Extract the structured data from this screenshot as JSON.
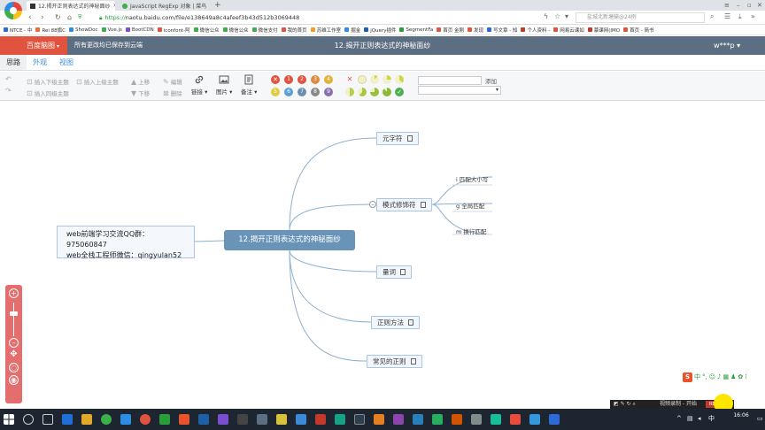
{
  "browser": {
    "tabs": [
      {
        "title": "12.揭开正则表达式的神秘面纱",
        "active": true
      },
      {
        "title": "JavaScript RegExp 对象 | 菜鸟",
        "active": false
      }
    ],
    "url_proto": "https://",
    "url_rest": "naotu.baidu.com/file/e138649a8c4afeef3b43d512b3069448",
    "search_placeholder": "盐城北新塘输@24例"
  },
  "bookmarks": [
    {
      "label": "NTCE - 中",
      "color": "#2d6ad8"
    },
    {
      "label": "Rei 88旗C",
      "color": "#ef6b2d"
    },
    {
      "label": "ShowDoc",
      "color": "#2d8de3"
    },
    {
      "label": "Vue.js",
      "color": "#3dae4a"
    },
    {
      "label": "BootCDN",
      "color": "#7a4fcf"
    },
    {
      "label": "iconfont-阿",
      "color": "#e0533f"
    },
    {
      "label": "微信公众",
      "color": "#3dae4a"
    },
    {
      "label": "微信公众",
      "color": "#3dae4a"
    },
    {
      "label": "微信支付",
      "color": "#3dae4a"
    },
    {
      "label": "我的首页",
      "color": "#e0533f"
    },
    {
      "label": "苏维工作室",
      "color": "#f0a020"
    },
    {
      "label": "掘金",
      "color": "#2d8de3"
    },
    {
      "label": "jQuery插件",
      "color": "#1f5fa8"
    },
    {
      "label": "SegmentFa",
      "color": "#2a9d3b"
    },
    {
      "label": "首页 金刚",
      "color": "#e0533f"
    },
    {
      "label": "发现",
      "color": "#e0533f"
    },
    {
      "label": "写文章 - 知",
      "color": "#2d6ad8"
    },
    {
      "label": "个人资料 - ",
      "color": "#c0392b"
    },
    {
      "label": "网易云课如",
      "color": "#e0533f"
    },
    {
      "label": "慕课网(IMO",
      "color": "#c0392b"
    },
    {
      "label": "首页 - 简书",
      "color": "#e0533f"
    }
  ],
  "app": {
    "brand": "百度脑图",
    "saved_status": "所有更改均已保存到云端",
    "doc_title": "12.揭开正则表达式的神秘面纱",
    "user": "w***p"
  },
  "menu_tabs": [
    {
      "label": "思路",
      "active": true
    },
    {
      "label": "外观",
      "active": false
    },
    {
      "label": "视图",
      "active": false
    }
  ],
  "toolbar": {
    "insert_child": "插入下级主题",
    "insert_parent": "插入上级主题",
    "insert_sibling": "插入同级主题",
    "move_up": "上移",
    "move_down": "下移",
    "edit": "编辑",
    "delete": "删除",
    "link": "链接",
    "image": "图片",
    "note": "备注",
    "add": "添加",
    "priorities": [
      "1",
      "2",
      "3",
      "4",
      "5",
      "6",
      "7",
      "8",
      "9"
    ],
    "priority_colors": [
      "#e0533f",
      "#e0533f",
      "#e08a3f",
      "#e0b33f",
      "#e0cc3f",
      "#5a9ed6",
      "#6a8fb0",
      "#888888",
      "#8a6fb0"
    ]
  },
  "mindmap": {
    "root": "12.揭开正则表达式的神秘面纱",
    "note": [
      "web前端学习交流QQ群：975060847",
      "web全栈工程师微信：qingyulan52"
    ],
    "children": [
      {
        "label": "元字符"
      },
      {
        "label": "模式修饰符",
        "leaves": [
          "i 匹配大小写",
          "g 全局匹配",
          "m 换行匹配"
        ]
      },
      {
        "label": "量词"
      },
      {
        "label": "正则方法"
      },
      {
        "label": "常见的正则"
      }
    ]
  },
  "recorder": {
    "label": "视频录制 - 开始",
    "rec": "REC"
  },
  "clock": {
    "time": "16:06"
  }
}
